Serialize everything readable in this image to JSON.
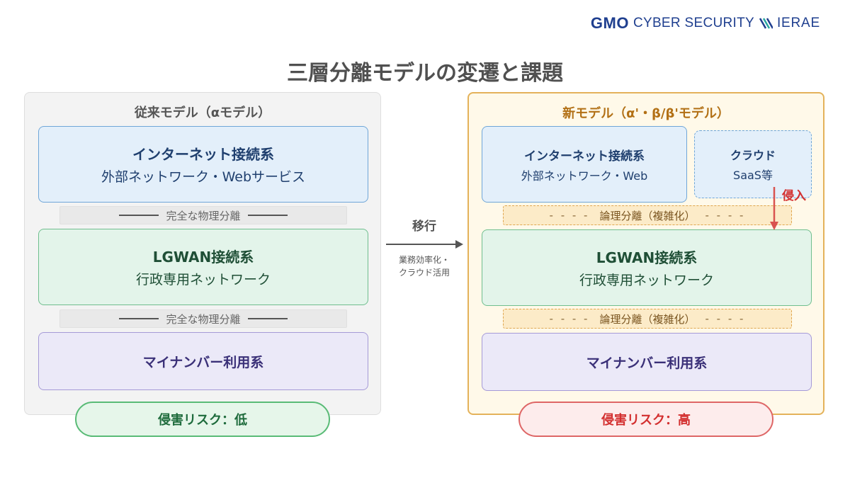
{
  "brand": {
    "gmo": "GMO",
    "cyber": "CYBER SECURITY",
    "ierae": "IERAE",
    "mark_icon": "double-slash-mark-icon",
    "color": "#1f3f8f"
  },
  "title": "三層分離モデルの変遷と課題",
  "old_model": {
    "title": "従来モデル（αモデル）",
    "internet": {
      "name": "インターネット接続系",
      "sub": "外部ネットワーク・Webサービス"
    },
    "separator_1": "完全な物理分離",
    "lgwan": {
      "name": "LGWAN接続系",
      "sub": "行政専用ネットワーク"
    },
    "separator_2": "完全な物理分離",
    "mynumber": {
      "name": "マイナンバー利用系"
    },
    "risk": "侵害リスク：低"
  },
  "migration": {
    "label": "移行",
    "sub_line1": "業務効率化・",
    "sub_line2": "クラウド活用",
    "arrow_icon": "right-arrow-icon"
  },
  "new_model": {
    "title": "新モデル（α'・β/β'モデル）",
    "internet": {
      "name": "インターネット接続系",
      "sub": "外部ネットワーク・Web"
    },
    "cloud": {
      "name": "クラウド",
      "sub": "SaaS等"
    },
    "intrusion": "侵入",
    "separator_1_dashes": "- - - -",
    "separator_1": "論理分離（複雑化）",
    "separator_2": "論理分離（複雑化）",
    "lgwan": {
      "name": "LGWAN接続系",
      "sub": "行政専用ネットワーク"
    },
    "mynumber": {
      "name": "マイナンバー利用系"
    },
    "risk": "侵害リスク：高"
  },
  "colors": {
    "internet_fill": "#e3effa",
    "lgwan_fill": "#e3f4ea",
    "mynumber_fill": "#ebe9f8",
    "new_panel_border": "#e4b25a",
    "risk_low": "#59bb76",
    "risk_high": "#de6666"
  }
}
